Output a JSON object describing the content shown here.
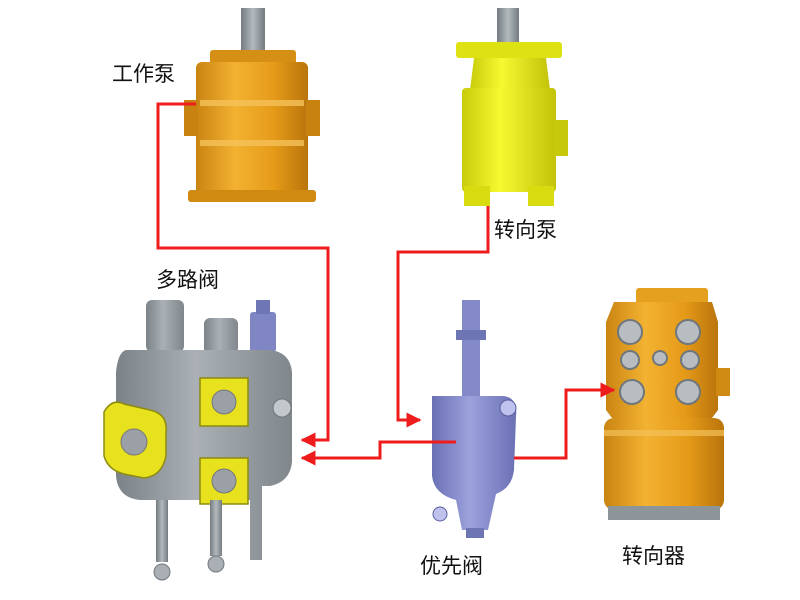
{
  "labels": {
    "work_pump": "工作泵",
    "steering_pump": "转向泵",
    "multiway_valve": "多路阀",
    "priority_valve": "优先阀",
    "steering_gear": "转向器"
  },
  "colors": {
    "background": "#ffffff",
    "flow_line": "#ee1c1c",
    "work_pump_body": "#e8a21b",
    "steering_pump_body": "#eef218",
    "valve_body": "#9aa0a6",
    "valve_port_plate": "#e8e21e",
    "priority_valve_body": "#7f86c8",
    "steering_gear_body": "#e8a21b",
    "shaft": "#8e969c",
    "label_text": "#111111"
  }
}
